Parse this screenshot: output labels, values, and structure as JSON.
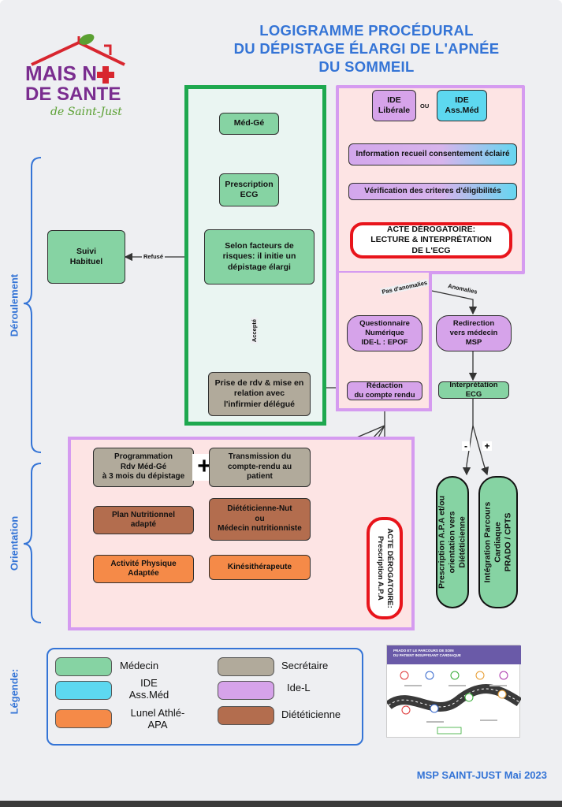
{
  "header": {
    "title": "LOGIGRAMME PROCÉDURAL\nDU DÉPISTAGE ÉLARGI DE L'APNÉE\nDU SOMMEIL",
    "logo": {
      "line1": "MAIS N",
      "line2": "DE SANTE",
      "line3": "de Saint-Just"
    }
  },
  "sections": {
    "deroulement": "Déroulement",
    "orientation": "Orientation",
    "legende": "Légende:"
  },
  "flow": {
    "med_ge": "Méd-Gé",
    "prescription_ecg": "Prescription\nECG",
    "facteurs": "Selon facteurs de\nrisques: il initie un\ndépistage élargi",
    "suivi": "Suivi\nHabituel",
    "refuse": "Refusé",
    "accepte": "Accepté",
    "prise_rdv": "Prise de rdv & mise en\nrelation avec\nl'infirmier délégué",
    "ide_liberale": "IDE\nLibérale",
    "ou": "OU",
    "ide_assmed": "IDE\nAss.Méd",
    "info_consent": "Information recueil consentement éclairé",
    "verif": "Vérification des criteres d'éligibilités",
    "acte1": "ACTE DÉROGATOIRE:\nLECTURE & INTERPRÉTATION\nDE L'ECG",
    "pas_anomalies": "Pas d'anomalies",
    "anomalies": "Anomalies",
    "questionnaire": "Questionnaire\nNumérique\nIDE-L : EPOF",
    "redirection": "Redirection\nvers médecin\nMSP",
    "redaction": "Rédaction\ndu compte rendu",
    "interpretation": "Interprétation\nECG",
    "minus": "-",
    "plus": "+",
    "prog_rdv": "Programmation\nRdv Méd-Gé\nà 3 mois du dépistage",
    "plus_big": "+",
    "transmission": "Transmission du\ncompte-rendu au\npatient",
    "dieteticienne_nut": "Diététicienne-Nut\nou\nMédecin nutritionniste",
    "plan_nutri": "Plan Nutritionnel\nadapté",
    "kine": "Kinésithérapeute",
    "apa": "Activité Physique\nAdaptée",
    "acte2": "ACTE DÉROGATOIRE:\nPrescription A.P.A",
    "prescription_apa": "Prescription A.P.A et/ou\norientation vers Diététicienne",
    "integration": "Intégration Parcours\nCardiaque\nPRADO / CPTS"
  },
  "legend": {
    "items": [
      {
        "label": "Médecin",
        "color": "#86d3a3"
      },
      {
        "label": "IDE\nAss.Méd",
        "color": "#5dd8f0"
      },
      {
        "label": "Lunel Athlé-\nAPA",
        "color": "#f58a48"
      },
      {
        "label": "Secrétaire",
        "color": "#b1aa9b"
      },
      {
        "label": "Ide-L",
        "color": "#d6a3ea"
      },
      {
        "label": "Diététicienne",
        "color": "#b36d4e"
      }
    ]
  },
  "thumbnail": {
    "title": "PRADO ET LE PARCOURS DE SOIN\nDU PATIENT INSUFFISANT CARDIAQUE"
  },
  "footer": "MSP SAINT-JUST Mai 2023",
  "colors": {
    "title_blue": "#3474d6",
    "green_frame": "#1ea84f",
    "purple_frame": "#d59bf0",
    "red_outline": "#e8141b"
  }
}
